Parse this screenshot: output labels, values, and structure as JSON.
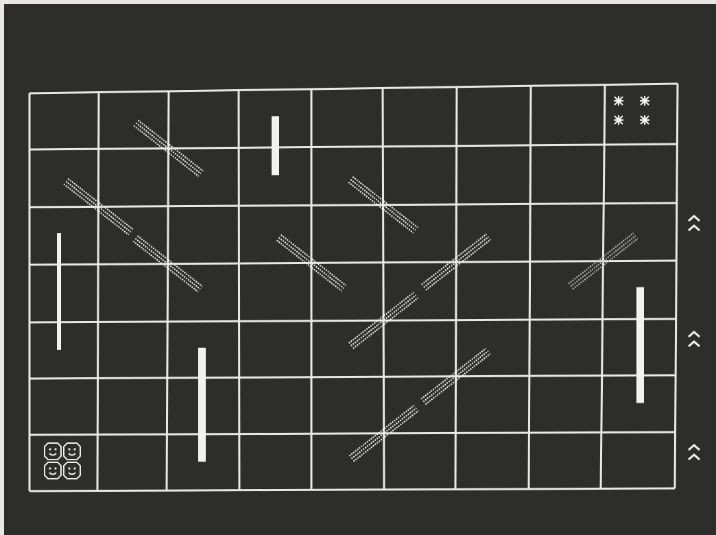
{
  "board": {
    "columns": 9,
    "rows": 7,
    "colors": {
      "screen": "#2d2d2b",
      "grid": "#e8e8e6",
      "walls": "#f2f2ee",
      "mirrors_white": "#f0f0ec",
      "mirror_gray": "#b9b9b3",
      "page": "#e9e7e2"
    }
  },
  "pieces": {
    "spiders": {
      "icon": "spider-icon",
      "count": 4,
      "cell": [
        8,
        0
      ]
    },
    "smileys": {
      "icon": "smiley-face-icon",
      "count": 4,
      "cell": [
        0,
        6
      ]
    }
  },
  "walls": [
    {
      "orientation": "vertical",
      "column_line": 3,
      "row_from": 0,
      "row_to": 1
    },
    {
      "orientation": "vertical",
      "column_line": 0,
      "row_from": 2,
      "row_to": 4
    },
    {
      "orientation": "vertical",
      "column_line": 2,
      "row_from": 4,
      "row_to": 6
    },
    {
      "orientation": "vertical",
      "column_line": 8,
      "row_from": 3,
      "row_to": 5
    }
  ],
  "mirrors": [
    {
      "direction": "backslash",
      "center_node": [
        2,
        1
      ],
      "span_cells": 1,
      "shade": "white"
    },
    {
      "direction": "backslash",
      "center_node": [
        1,
        2
      ],
      "span_cells": 1,
      "shade": "white"
    },
    {
      "direction": "backslash",
      "center_node": [
        2,
        3
      ],
      "span_cells": 1,
      "shade": "white"
    },
    {
      "direction": "backslash",
      "center_node": [
        5,
        2
      ],
      "span_cells": 1,
      "shade": "white"
    },
    {
      "direction": "backslash",
      "center_node": [
        4,
        3
      ],
      "span_cells": 1,
      "shade": "white"
    },
    {
      "direction": "slash",
      "center_node": [
        6,
        3
      ],
      "span_cells": 1,
      "shade": "white"
    },
    {
      "direction": "slash",
      "center_node": [
        5,
        4
      ],
      "span_cells": 1,
      "shade": "white"
    },
    {
      "direction": "slash",
      "center_node": [
        8,
        3
      ],
      "span_cells": 1,
      "shade": "gray"
    },
    {
      "direction": "slash",
      "center_node": [
        6,
        5
      ],
      "span_cells": 1,
      "shade": "white"
    },
    {
      "direction": "slash",
      "center_node": [
        5,
        6
      ],
      "span_cells": 1,
      "shade": "white"
    }
  ],
  "side_markers": [
    {
      "icon": "double-caret-icon",
      "row_line": 2
    },
    {
      "icon": "double-caret-icon",
      "row_line": 4
    },
    {
      "icon": "double-caret-icon",
      "row_line": 6
    }
  ]
}
